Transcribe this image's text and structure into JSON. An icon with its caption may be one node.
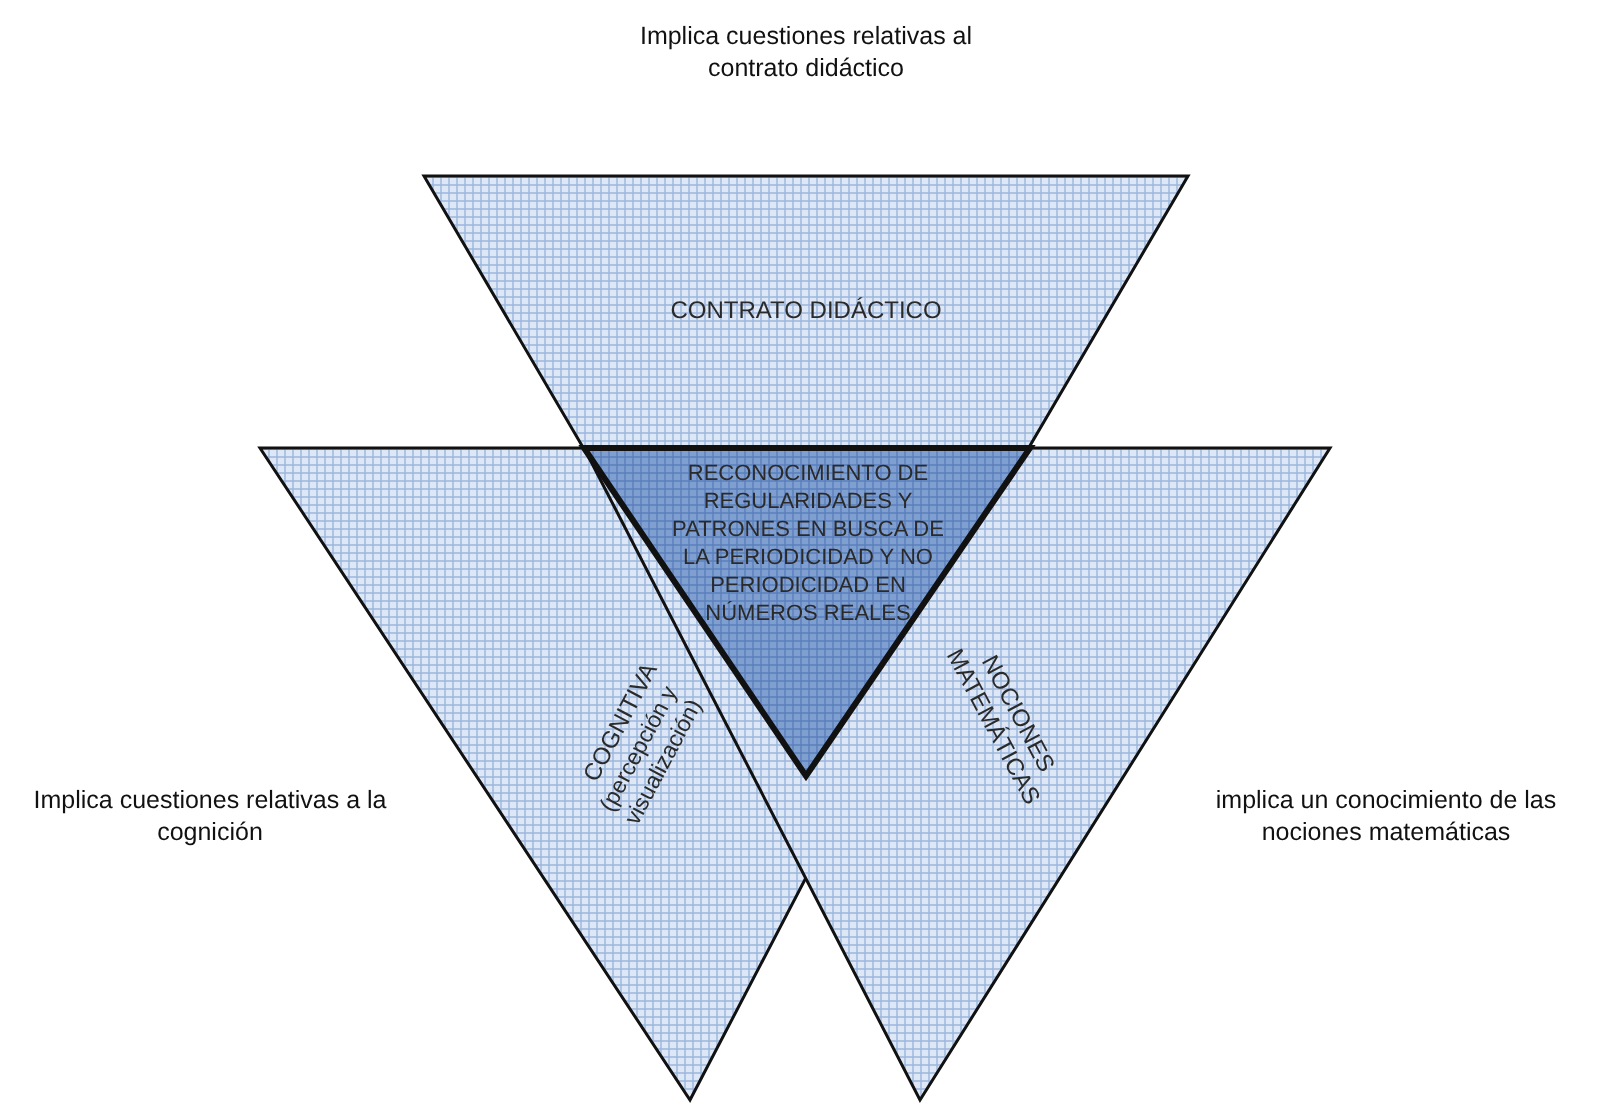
{
  "diagram": {
    "nodes": [
      {
        "text": [
          "CONTRATO DIDÁCTICO"
        ],
        "beside": [
          "Implica cuestiones relativas al contrato didáctico"
        ]
      },
      {
        "text": [
          "COGNITIVA",
          "(percepción y visualización)"
        ],
        "beside": [
          "Implica cuestiones relativas a la cognición"
        ]
      },
      {
        "text": [
          "NOCIONES MATEMÁTICAS"
        ],
        "beside": [
          "implica un conocimiento de las nociones matemáticas"
        ]
      },
      {
        "text": [
          "RECONOCIMIENTO DE REGULARIDADES Y PATRONES EN BUSCA DE LA PERIODICIDAD Y NO PERIODICIDAD EN NÚMEROS REALES"
        ]
      }
    ]
  }
}
